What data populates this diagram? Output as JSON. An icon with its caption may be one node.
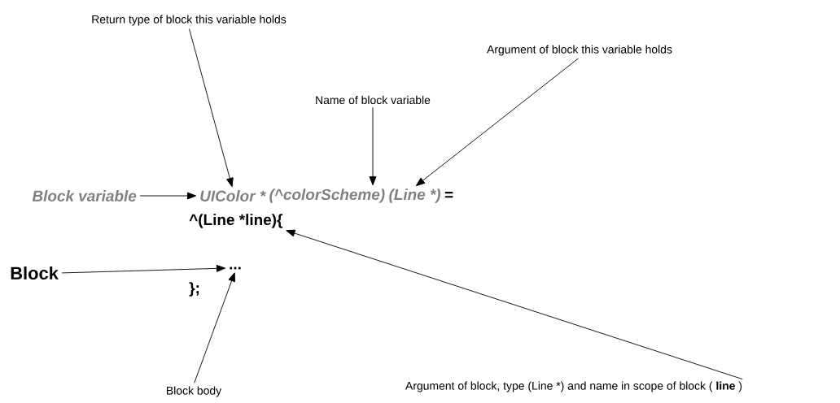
{
  "diagram": {
    "nodes": [
      {
        "text": [
          "Return type of block this variable holds"
        ]
      },
      {
        "text": [
          "Argument of block this variable holds"
        ]
      },
      {
        "text": [
          "Name of block variable"
        ]
      },
      {
        "text": [
          "Block variable"
        ]
      },
      {
        "text": [
          "UIColor *"
        ]
      },
      {
        "text": [
          "(^colorScheme)"
        ]
      },
      {
        "text": [
          "(Line *)"
        ]
      },
      {
        "text": [
          "="
        ]
      },
      {
        "text": [
          "^(Line *line){"
        ]
      },
      {
        "text": [
          "..."
        ]
      },
      {
        "text": [
          "};"
        ]
      },
      {
        "text": [
          "Block"
        ]
      },
      {
        "text": [
          "Block body"
        ]
      },
      {
        "text": [
          "Argument of block, type (Line *) and name in scope of block ( **line** )"
        ]
      }
    ],
    "edges": [
      {
        "from": 0,
        "to": 4,
        "arrow": "to"
      },
      {
        "from": 2,
        "to": 5,
        "arrow": "to"
      },
      {
        "from": 1,
        "to": 6,
        "arrow": "to"
      },
      {
        "from": 3,
        "to": 4,
        "arrow": "to"
      },
      {
        "from": 11,
        "to": 9,
        "arrow": "to"
      },
      {
        "from": 12,
        "to": 9,
        "arrow": "to"
      },
      {
        "from": 13,
        "to": 8,
        "arrow": "to"
      }
    ]
  }
}
